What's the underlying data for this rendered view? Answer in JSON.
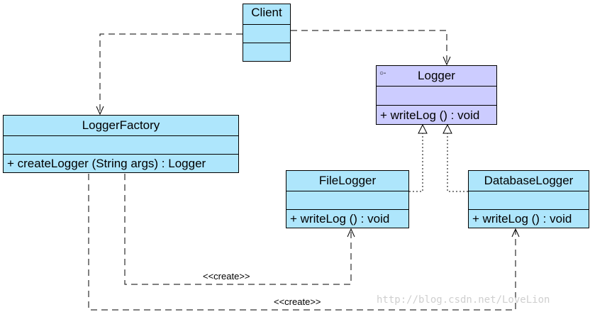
{
  "colors": {
    "class_fill": "#aee6fc",
    "interface_fill": "#ccccff",
    "line": "#000000"
  },
  "classes": {
    "client": {
      "name": "Client"
    },
    "logger": {
      "name": "Logger",
      "marker": "○-",
      "operation": "+  writeLog ()  : void"
    },
    "logger_factory": {
      "name": "LoggerFactory",
      "operation": "+  createLogger (String args)  : Logger"
    },
    "file_logger": {
      "name": "FileLogger",
      "operation": "+  writeLog ()  : void"
    },
    "database_logger": {
      "name": "DatabaseLogger",
      "operation": "+  writeLog ()  : void"
    }
  },
  "relations": {
    "create_file": "<<create>>",
    "create_database": "<<create>>"
  },
  "watermark": "http://blog.csdn.net/LoveLion"
}
